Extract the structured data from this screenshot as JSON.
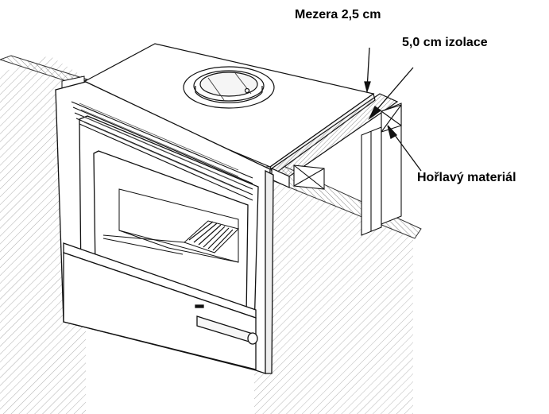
{
  "labels": {
    "gap": "Mezera 2,5 cm",
    "insulation": "5,0 cm izolace",
    "combustible": "Hořlavý materiál"
  }
}
